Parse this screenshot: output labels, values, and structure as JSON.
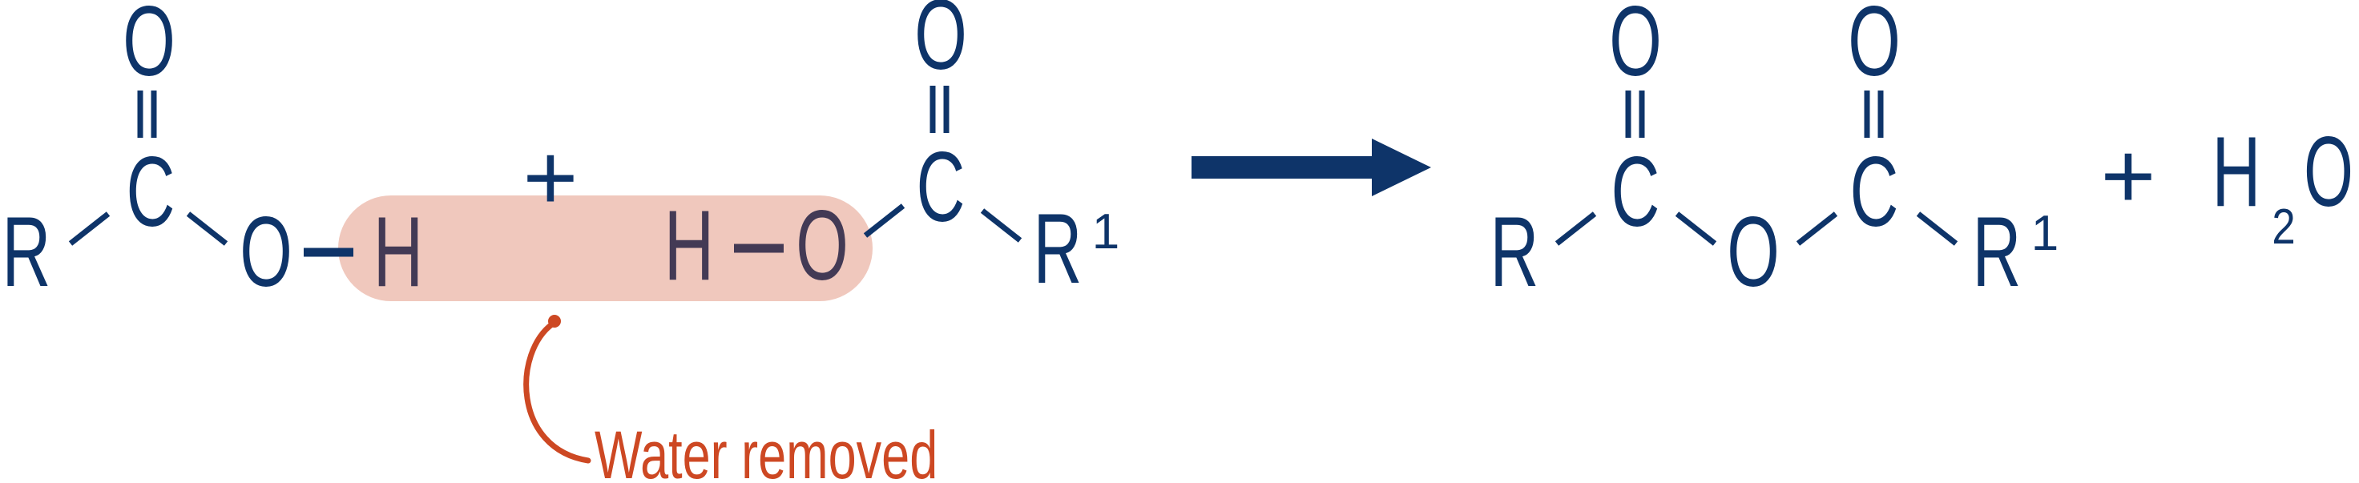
{
  "colors": {
    "molecule": "#0e3469",
    "highlight": "#cd4823",
    "annotation": "#cd4823"
  },
  "reactants": {
    "acid1": {
      "r": "R",
      "c": "C",
      "o_double": "O",
      "o_single": "O",
      "h": "H"
    },
    "plus": "+",
    "acid2": {
      "h": "H",
      "o_single": "O",
      "c": "C",
      "o_double": "O",
      "r": "R",
      "r_superscript": "1"
    }
  },
  "arrow": "reaction-arrow",
  "products": {
    "anhydride": {
      "r_left": "R",
      "c_left": "C",
      "o_left_double": "O",
      "o_bridge": "O",
      "c_right": "C",
      "o_right_double": "O",
      "r_right": "R",
      "r_right_superscript": "1"
    },
    "plus": "+",
    "water": {
      "h": "H",
      "subscript": "2",
      "o": "O"
    }
  },
  "annotation": {
    "label": "Water removed"
  }
}
